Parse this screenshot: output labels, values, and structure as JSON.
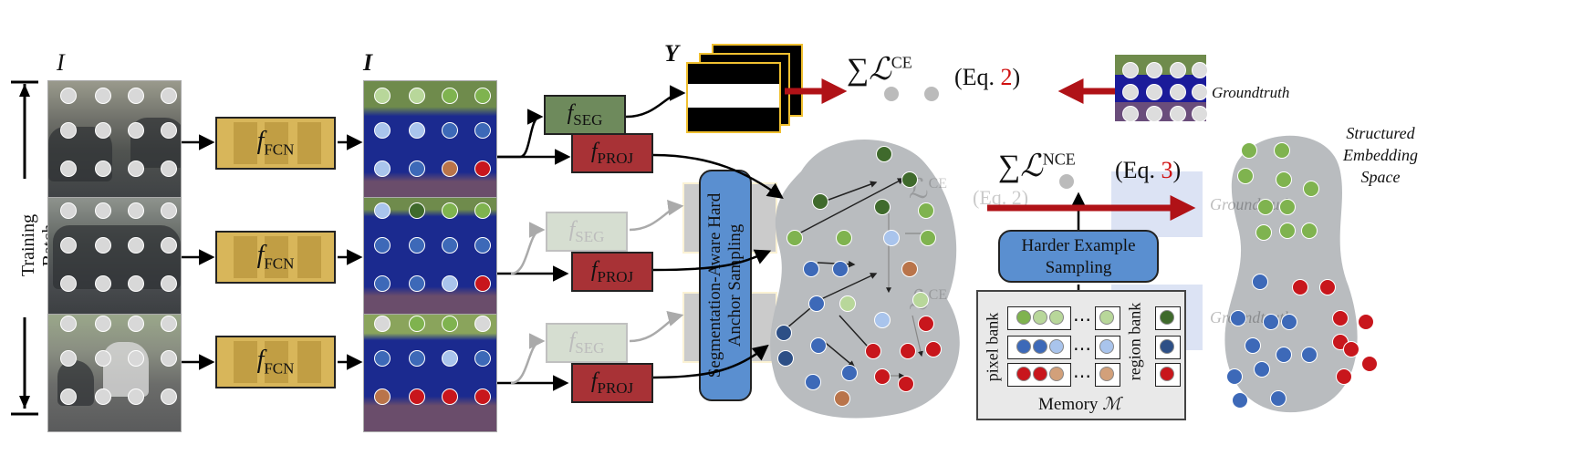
{
  "labels": {
    "input_image": "I",
    "output_image": "I",
    "segmentation": "Y",
    "side_label": "Training Batch",
    "fcn_label": "f",
    "fcn_sub": "FCN",
    "seg_label": "f",
    "seg_sub": "SEG",
    "proj_label": "f",
    "proj_sub": "PROJ",
    "sampler": "Segmentation-Aware Hard Anchor Sampling",
    "harder": "Harder Example Sampling",
    "pixel_bank": "pixel bank",
    "region_bank": "region bank",
    "memory": "Memory",
    "memory_symbol": "ℳ",
    "groundtruth": "Groundtruth",
    "groundtruth_faded": "Groundtruth",
    "structured": "Structured Embedding Space",
    "ellipsis": "⋯"
  },
  "losses": {
    "ce": {
      "sum": "∑",
      "symbol": "ℒ",
      "sup": "CE",
      "eq_open": "(Eq. ",
      "eq_num": "2",
      "eq_close": ")"
    },
    "nce": {
      "sum": "∑",
      "symbol": "ℒ",
      "sup": "NCE",
      "eq_open": "(Eq. ",
      "eq_num": "3",
      "eq_close": ")"
    },
    "ce_faded": {
      "symbol": "ℒ",
      "sup": "CE",
      "eq_open": "(Eq. ",
      "eq_num": "2",
      "eq_close": ")"
    }
  },
  "colors": {
    "fcn": "#d8b65a",
    "seg": "#6e8a5c",
    "proj": "#a83236",
    "sampler": "#5a8fd0",
    "class_green": "#7fb34f",
    "class_blue": "#3d69b8",
    "class_red": "#c8161c",
    "equation_num": "#d01010",
    "embedding_bg": "#b9bcbf",
    "arrow_red": "#b01217"
  }
}
